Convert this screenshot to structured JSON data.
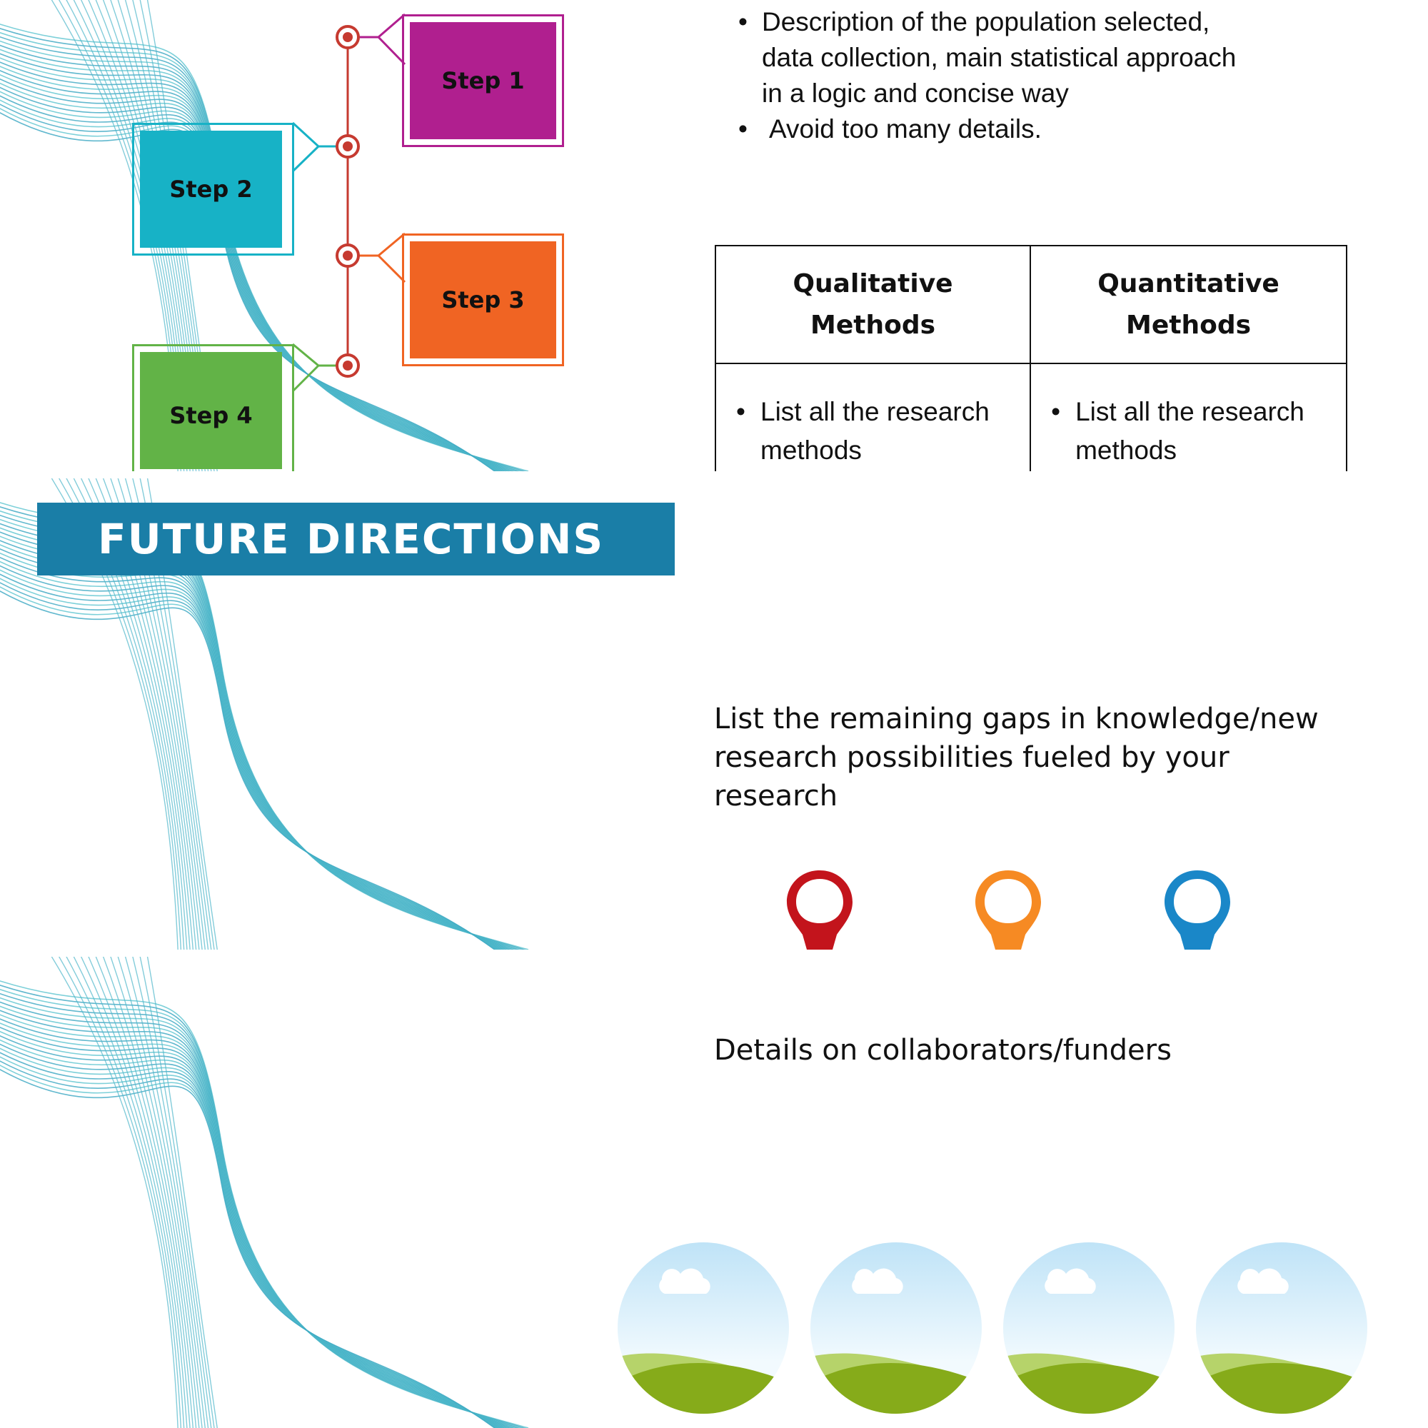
{
  "process": {
    "steps": [
      {
        "label": "Step 1",
        "color": "#b01f8f"
      },
      {
        "label": "Step 2",
        "color": "#17b2c6"
      },
      {
        "label": "Step 3",
        "color": "#f06423"
      },
      {
        "label": "Step 4",
        "color": "#62b347"
      }
    ],
    "timeline_color": "#c63a30"
  },
  "methods_section": {
    "bullets": [
      "Description of the population selected, data collection, main statistical approach in a logic and concise way",
      "Avoid too many details."
    ],
    "table": {
      "headers": [
        "Qualitative Methods",
        "Quantitative Methods"
      ],
      "cells": [
        "List all the research methods",
        "List all the research methods"
      ]
    }
  },
  "future_directions": {
    "title": "FUTURE DIRECTIONS",
    "banner_color": "#1a7ea7",
    "text": "List the remaining gaps in knowledge/new research possibilities fueled by your research",
    "pins": [
      {
        "icon": "map-pin-icon",
        "color": "#c3141c"
      },
      {
        "icon": "map-pin-icon",
        "color": "#f68a23"
      },
      {
        "icon": "map-pin-icon",
        "color": "#1a87c8"
      }
    ]
  },
  "acknowledgements": {
    "text": "Details on collaborators/funders",
    "photos": [
      {
        "icon": "landscape-placeholder-icon"
      },
      {
        "icon": "landscape-placeholder-icon"
      },
      {
        "icon": "landscape-placeholder-icon"
      },
      {
        "icon": "landscape-placeholder-icon"
      }
    ]
  }
}
